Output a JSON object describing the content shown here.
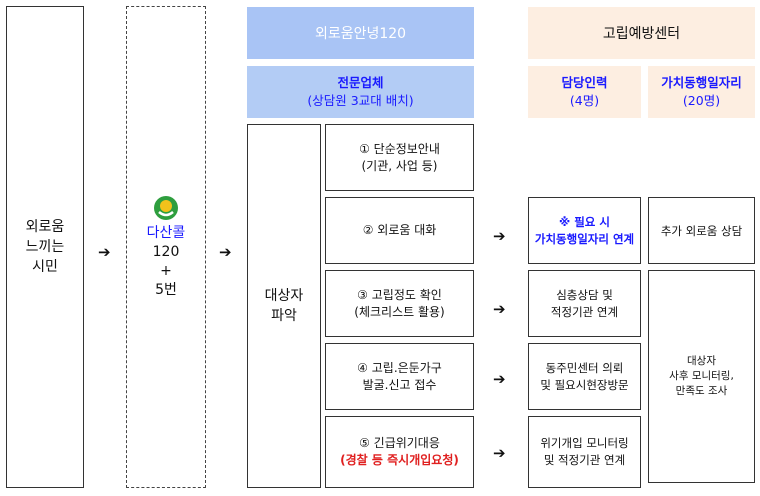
{
  "citizen": {
    "line1": "외로움",
    "line2": "느끼는",
    "line3": "시민"
  },
  "dasan": {
    "name": "다산콜",
    "number": "120",
    "plus": "+",
    "ext": "5번"
  },
  "header_left": {
    "title": "외로움안녕120"
  },
  "header_right": {
    "title": "고립예방센터"
  },
  "specialist": {
    "title": "전문업체",
    "subtitle": "(상담원 3교대 배치)"
  },
  "manager": {
    "title": "담당인력",
    "subtitle": "(4명)"
  },
  "value_jobs": {
    "title": "가치동행일자리",
    "subtitle": "(20명)"
  },
  "target": {
    "line1": "대상자",
    "line2": "파악"
  },
  "steps": [
    {
      "line1": "① 단순정보안내",
      "line2": "(기관, 사업 등)"
    },
    {
      "line1": "② 외로움 대화",
      "line2": ""
    },
    {
      "line1": "③ 고립정도 확인",
      "line2": "(체크리스트 활용)"
    },
    {
      "line1": "④ 고립.은둔가구",
      "line2": "발굴.신고 접수"
    },
    {
      "line1": "⑤ 긴급위기대응",
      "line2": "(경찰 등 즉시개입요청)"
    }
  ],
  "actions": [
    {
      "line1": "※ 필요 시",
      "line2": "가치동행일자리 연계"
    },
    {
      "line1": "심층상담 및",
      "line2": "적정기관 연계"
    },
    {
      "line1": "동주민센터 의뢰",
      "line2": "및 필요시현장방문"
    },
    {
      "line1": "위기개입 모니터링",
      "line2": "및 적정기관 연계"
    }
  ],
  "extra_consult": "추가 외로움 상담",
  "followup": {
    "line1": "대상자",
    "line2": "사후 모니터링,",
    "line3": "만족도 조사"
  },
  "arrow_glyph": "➔",
  "colors": {
    "blue_header": "#a9c4f5",
    "blue_header_text": "#ffffff",
    "blue_sub": "#b3ccf5",
    "blue_text": "#1a1aff",
    "peach": "#fdeee1",
    "red_text": "#e02020",
    "logo_green": "#2e9e3e",
    "logo_yellow": "#f2c21b"
  }
}
